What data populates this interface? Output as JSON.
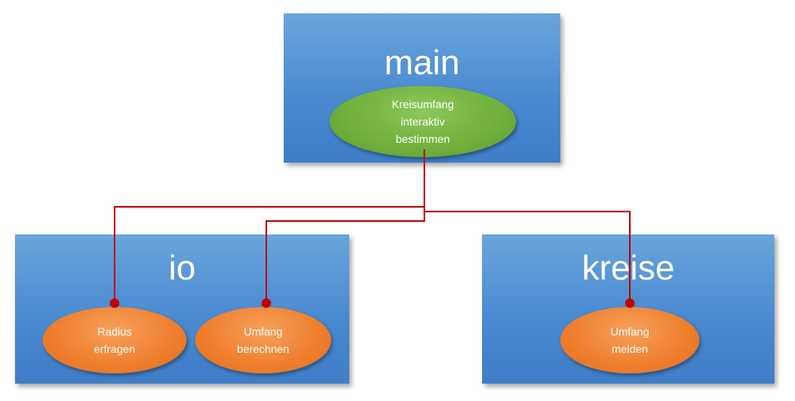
{
  "modules": {
    "main": {
      "title": "main",
      "function": "Kreisumfang\ninteraktiv\nbestimmen"
    },
    "io": {
      "title": "io",
      "functions": [
        "Radius\nerfragen",
        "Umfang\nberechnen"
      ]
    },
    "kreise": {
      "title": "kreise",
      "function": "Umfang\nmelden"
    }
  },
  "colors": {
    "module_fill": "#4a8ad0",
    "main_function_fill": "#6faf3a",
    "sub_function_fill": "#ef7e2d",
    "connector": "#c00000"
  }
}
